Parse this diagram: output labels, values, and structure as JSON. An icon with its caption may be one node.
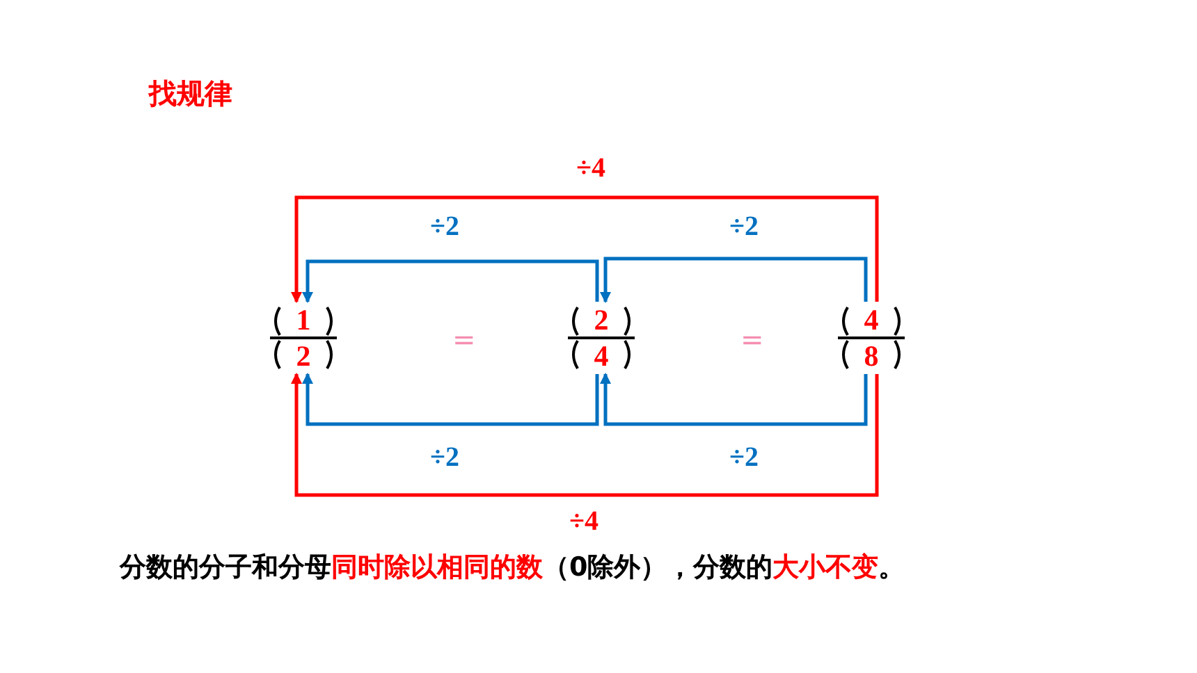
{
  "diagram": {
    "title": "找规律",
    "nodes": [
      {
        "text": [
          "1",
          "2"
        ]
      },
      {
        "text": [
          "2",
          "4"
        ]
      },
      {
        "text": [
          "4",
          "8"
        ]
      }
    ],
    "edges": [
      {
        "from": 2,
        "to": 0,
        "arrow": "to",
        "label": "÷4",
        "color": "#ff0000"
      },
      {
        "from": 1,
        "to": 0,
        "arrow": "to",
        "label": "÷2"
      },
      {
        "from": 2,
        "to": 1,
        "arrow": "to",
        "label": "÷2"
      },
      {
        "from": 1,
        "to": 0,
        "arrow": "to",
        "label": "÷2"
      },
      {
        "from": 2,
        "to": 1,
        "arrow": "to",
        "label": "÷2"
      },
      {
        "from": 2,
        "to": 0,
        "arrow": "to",
        "label": "÷4",
        "color": "#ff0000"
      }
    ],
    "labels": [
      "=",
      "=",
      "分数的分子和分母**同时除以相同的数**（0除外），分数的**大小不变**。"
    ]
  }
}
